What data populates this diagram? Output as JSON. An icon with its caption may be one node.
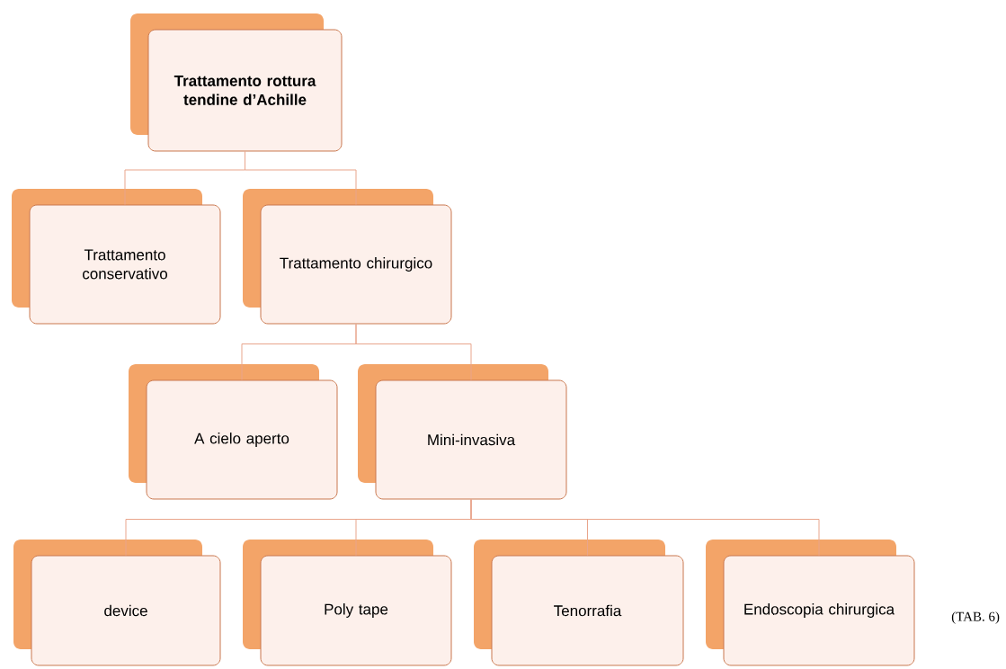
{
  "diagram": {
    "nodes": [
      {
        "text": [
          "Trattamento rottura tendine d’Achille"
        ]
      },
      {
        "text": [
          "Trattamento conservativo"
        ]
      },
      {
        "text": [
          "Trattamento chirurgico"
        ]
      },
      {
        "text": [
          "A cielo aperto"
        ]
      },
      {
        "text": [
          "Mini-invasiva"
        ]
      },
      {
        "text": [
          "device"
        ]
      },
      {
        "text": [
          "Poly tape"
        ]
      },
      {
        "text": [
          "Tenorrafia"
        ]
      },
      {
        "text": [
          "Endoscopia chirurgica"
        ]
      }
    ],
    "edges": [
      {
        "from": 0,
        "to": 1,
        "arrow": "none"
      },
      {
        "from": 0,
        "to": 2,
        "arrow": "none"
      },
      {
        "from": 2,
        "to": 3,
        "arrow": "none"
      },
      {
        "from": 2,
        "to": 4,
        "arrow": "none"
      },
      {
        "from": 4,
        "to": 5,
        "arrow": "none"
      },
      {
        "from": 4,
        "to": 6,
        "arrow": "none"
      },
      {
        "from": 4,
        "to": 7,
        "arrow": "none"
      },
      {
        "from": 4,
        "to": 8,
        "arrow": "none"
      }
    ],
    "labels": [
      "(TAB. 6)"
    ]
  }
}
